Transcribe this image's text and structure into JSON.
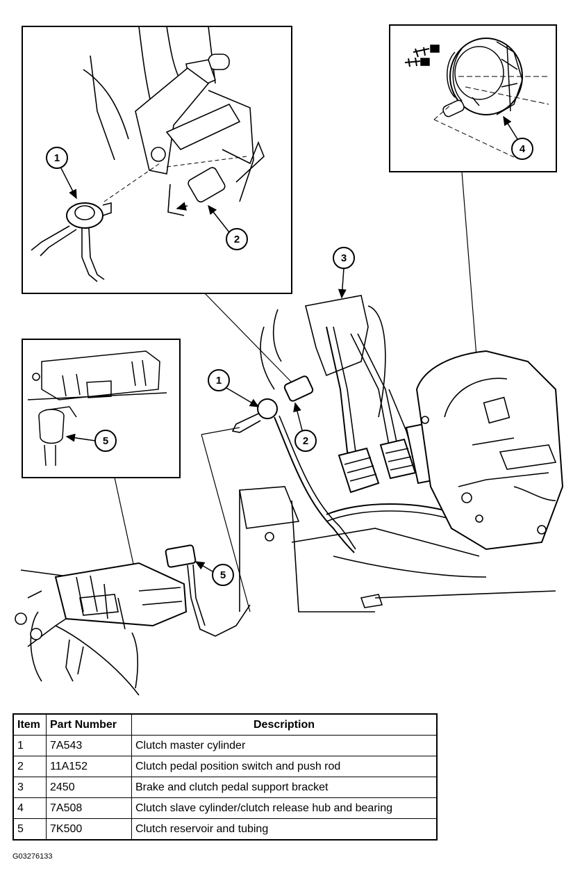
{
  "callouts": {
    "inset_top_left": [
      "1",
      "2"
    ],
    "inset_top_right": [
      "4"
    ],
    "inset_left": [
      "5"
    ],
    "main": [
      "1",
      "2",
      "3",
      "5"
    ]
  },
  "table": {
    "headers": [
      "Item",
      "Part Number",
      "Description"
    ],
    "rows": [
      {
        "item": "1",
        "part": "7A543",
        "desc": "Clutch master cylinder"
      },
      {
        "item": "2",
        "part": "11A152",
        "desc": "Clutch pedal position switch and push rod"
      },
      {
        "item": "3",
        "part": "2450",
        "desc": "Brake and clutch pedal support bracket"
      },
      {
        "item": "4",
        "part": "7A508",
        "desc": "Clutch slave cylinder/clutch release hub and bearing"
      },
      {
        "item": "5",
        "part": "7K500",
        "desc": "Clutch reservoir and tubing"
      }
    ]
  },
  "figure_code": "G03276133"
}
